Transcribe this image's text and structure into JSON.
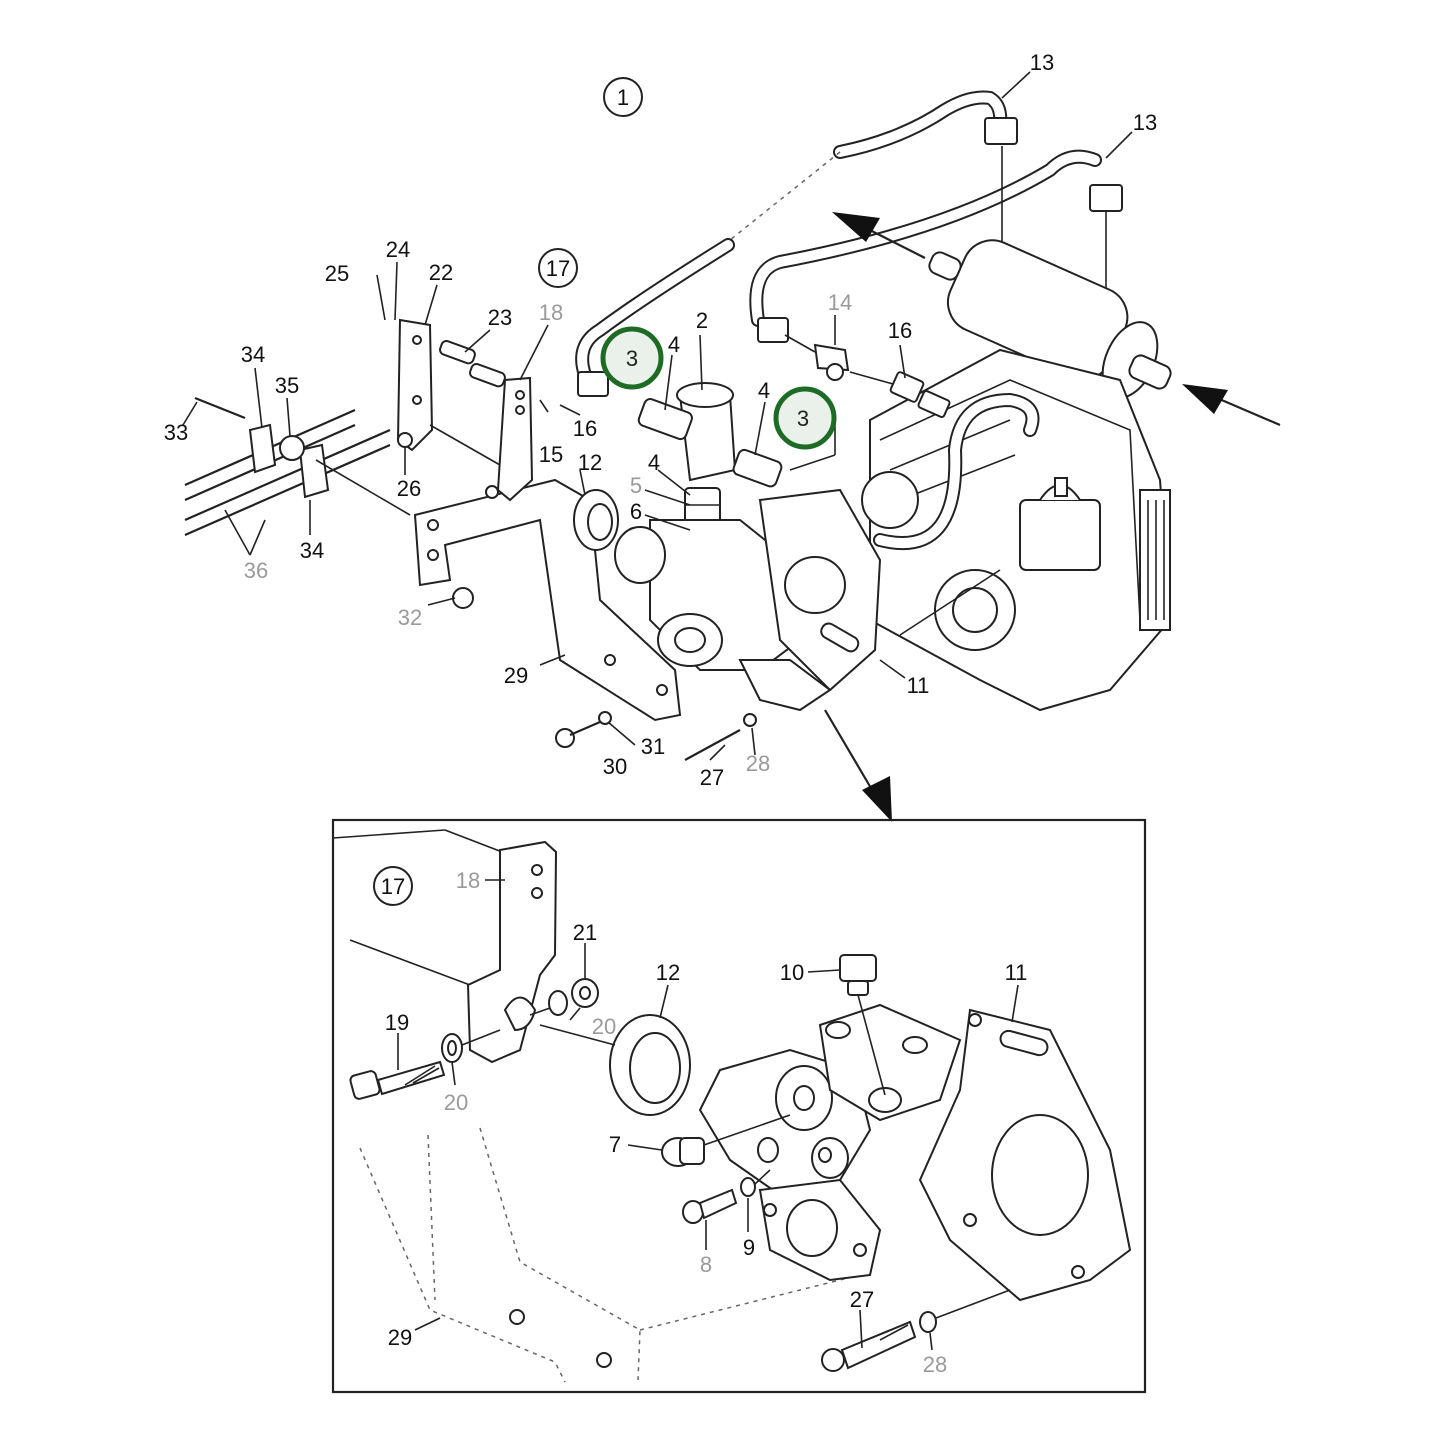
{
  "callouts": {
    "main_view": "1",
    "detail_view_top": "17",
    "detail_view_inset": "17"
  },
  "highlight_color": "#1e6b26",
  "highlighted": [
    {
      "id": "hl1",
      "text": "3"
    },
    {
      "id": "hl2",
      "text": "3"
    }
  ],
  "labels_main": [
    {
      "id": "l13a",
      "text": "13"
    },
    {
      "id": "l13b",
      "text": "13"
    },
    {
      "id": "l2",
      "text": "2"
    },
    {
      "id": "l4a",
      "text": "4"
    },
    {
      "id": "l4b",
      "text": "4"
    },
    {
      "id": "l4c",
      "text": "4"
    },
    {
      "id": "l14",
      "text": "14",
      "grey": true
    },
    {
      "id": "l16a",
      "text": "16"
    },
    {
      "id": "l16b",
      "text": "16"
    },
    {
      "id": "l25",
      "text": "25"
    },
    {
      "id": "l24",
      "text": "24"
    },
    {
      "id": "l22",
      "text": "22"
    },
    {
      "id": "l23",
      "text": "23"
    },
    {
      "id": "l18a",
      "text": "18",
      "grey": true
    },
    {
      "id": "l34a",
      "text": "34"
    },
    {
      "id": "l35",
      "text": "35"
    },
    {
      "id": "l33",
      "text": "33"
    },
    {
      "id": "l15",
      "text": "15"
    },
    {
      "id": "l12a",
      "text": "12"
    },
    {
      "id": "l5",
      "text": "5",
      "grey": true
    },
    {
      "id": "l6",
      "text": "6"
    },
    {
      "id": "l26",
      "text": "26"
    },
    {
      "id": "l34b",
      "text": "34"
    },
    {
      "id": "l36",
      "text": "36",
      "grey": true
    },
    {
      "id": "l32",
      "text": "32",
      "grey": true
    },
    {
      "id": "l29a",
      "text": "29"
    },
    {
      "id": "l11a",
      "text": "11"
    },
    {
      "id": "l31",
      "text": "31"
    },
    {
      "id": "l30",
      "text": "30"
    },
    {
      "id": "l27a",
      "text": "27"
    },
    {
      "id": "l28a",
      "text": "28",
      "grey": true
    }
  ],
  "labels_inset": [
    {
      "id": "i18",
      "text": "18",
      "grey": true
    },
    {
      "id": "i21",
      "text": "21"
    },
    {
      "id": "i12",
      "text": "12"
    },
    {
      "id": "i10",
      "text": "10"
    },
    {
      "id": "i11",
      "text": "11"
    },
    {
      "id": "i19",
      "text": "19"
    },
    {
      "id": "i20a",
      "text": "20",
      "grey": true
    },
    {
      "id": "i20b",
      "text": "20",
      "grey": true
    },
    {
      "id": "i7",
      "text": "7"
    },
    {
      "id": "i8",
      "text": "8",
      "grey": true
    },
    {
      "id": "i9",
      "text": "9"
    },
    {
      "id": "i29",
      "text": "29"
    },
    {
      "id": "i27",
      "text": "27"
    },
    {
      "id": "i28",
      "text": "28",
      "grey": true
    }
  ]
}
